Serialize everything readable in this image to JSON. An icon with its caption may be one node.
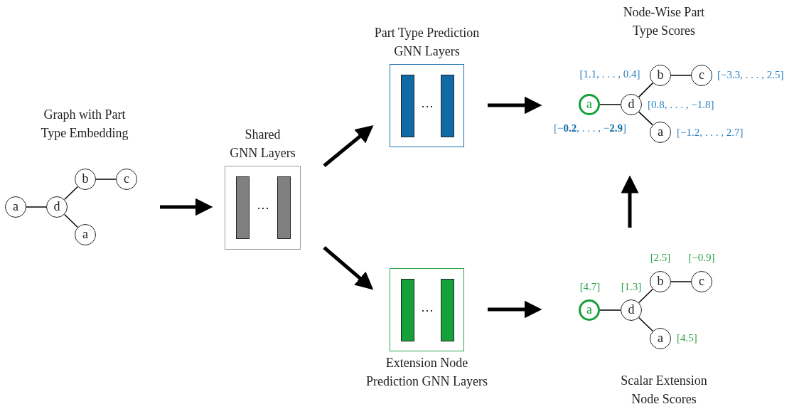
{
  "diagram": {
    "nodes": [
      {
        "text": [
          "Graph with Part Type Embedding"
        ]
      },
      {
        "text": [
          "a"
        ],
        "in": 0
      },
      {
        "text": [
          "d"
        ],
        "in": 0
      },
      {
        "text": [
          "b"
        ],
        "in": 0
      },
      {
        "text": [
          "c"
        ],
        "in": 0
      },
      {
        "text": [
          "a"
        ],
        "in": 0
      },
      {
        "text": [
          "Shared GNN Layers",
          "⋯"
        ]
      },
      {
        "text": [],
        "shape": "bar",
        "in": 6
      },
      {
        "text": [],
        "shape": "bar",
        "in": 6
      },
      {
        "text": [
          "Part Type Prediction GNN Layers",
          "⋯"
        ]
      },
      {
        "text": [],
        "shape": "bar",
        "in": 9
      },
      {
        "text": [],
        "shape": "bar",
        "in": 9
      },
      {
        "text": [
          "⋯",
          "Extension Node Prediction GNN Layers"
        ]
      },
      {
        "text": [],
        "shape": "bar",
        "in": 12
      },
      {
        "text": [],
        "shape": "bar",
        "in": 12
      },
      {
        "text": [
          "Node-Wise Part Type Scores"
        ]
      },
      {
        "text": [
          "a"
        ],
        "in": 15,
        "beside": [
          "[−**0.2**, . . . , −**2.9**]"
        ]
      },
      {
        "text": [
          "d"
        ],
        "in": 15,
        "beside": [
          "[0.8, . . . , −1.8]"
        ]
      },
      {
        "text": [
          "b"
        ],
        "in": 15,
        "beside": [
          "[1.1, . . . , 0.4]"
        ]
      },
      {
        "text": [
          "c"
        ],
        "in": 15,
        "beside": [
          "[−3.3, . . . , 2.5]"
        ]
      },
      {
        "text": [
          "a"
        ],
        "in": 15,
        "beside": [
          "[−1.2, . . . , 2.7]"
        ]
      },
      {
        "text": [
          "Scalar Extension Node Scores"
        ]
      },
      {
        "text": [
          "a"
        ],
        "in": 21,
        "beside": [
          "[4.7]"
        ]
      },
      {
        "text": [
          "d"
        ],
        "in": 21,
        "beside": [
          "[1.3]"
        ]
      },
      {
        "text": [
          "b"
        ],
        "in": 21,
        "beside": [
          "[2.5]"
        ]
      },
      {
        "text": [
          "c"
        ],
        "in": 21,
        "beside": [
          "[−0.9]"
        ]
      },
      {
        "text": [
          "a"
        ],
        "in": 21,
        "beside": [
          "[4.5]"
        ]
      }
    ],
    "edges": [
      {
        "from": 1,
        "to": 2,
        "arrow": "none"
      },
      {
        "from": 2,
        "to": 3,
        "arrow": "none"
      },
      {
        "from": 3,
        "to": 4,
        "arrow": "none"
      },
      {
        "from": 2,
        "to": 5,
        "arrow": "none"
      },
      {
        "from": 0,
        "to": 6,
        "arrow": "to",
        "style": "thick"
      },
      {
        "from": 6,
        "to": 9,
        "arrow": "to",
        "style": "thick"
      },
      {
        "from": 6,
        "to": 12,
        "arrow": "to",
        "style": "thick"
      },
      {
        "from": 9,
        "to": 15,
        "arrow": "to",
        "style": "thick"
      },
      {
        "from": 12,
        "to": 21,
        "arrow": "to",
        "style": "thick"
      },
      {
        "from": 21,
        "to": 15,
        "arrow": "to",
        "style": "thick"
      },
      {
        "from": 16,
        "to": 17,
        "arrow": "none"
      },
      {
        "from": 17,
        "to": 18,
        "arrow": "none"
      },
      {
        "from": 18,
        "to": 19,
        "arrow": "none"
      },
      {
        "from": 17,
        "to": 20,
        "arrow": "none"
      },
      {
        "from": 22,
        "to": 23,
        "arrow": "none"
      },
      {
        "from": 23,
        "to": 24,
        "arrow": "none"
      },
      {
        "from": 24,
        "to": 25,
        "arrow": "none"
      },
      {
        "from": 23,
        "to": 26,
        "arrow": "none"
      }
    ]
  }
}
